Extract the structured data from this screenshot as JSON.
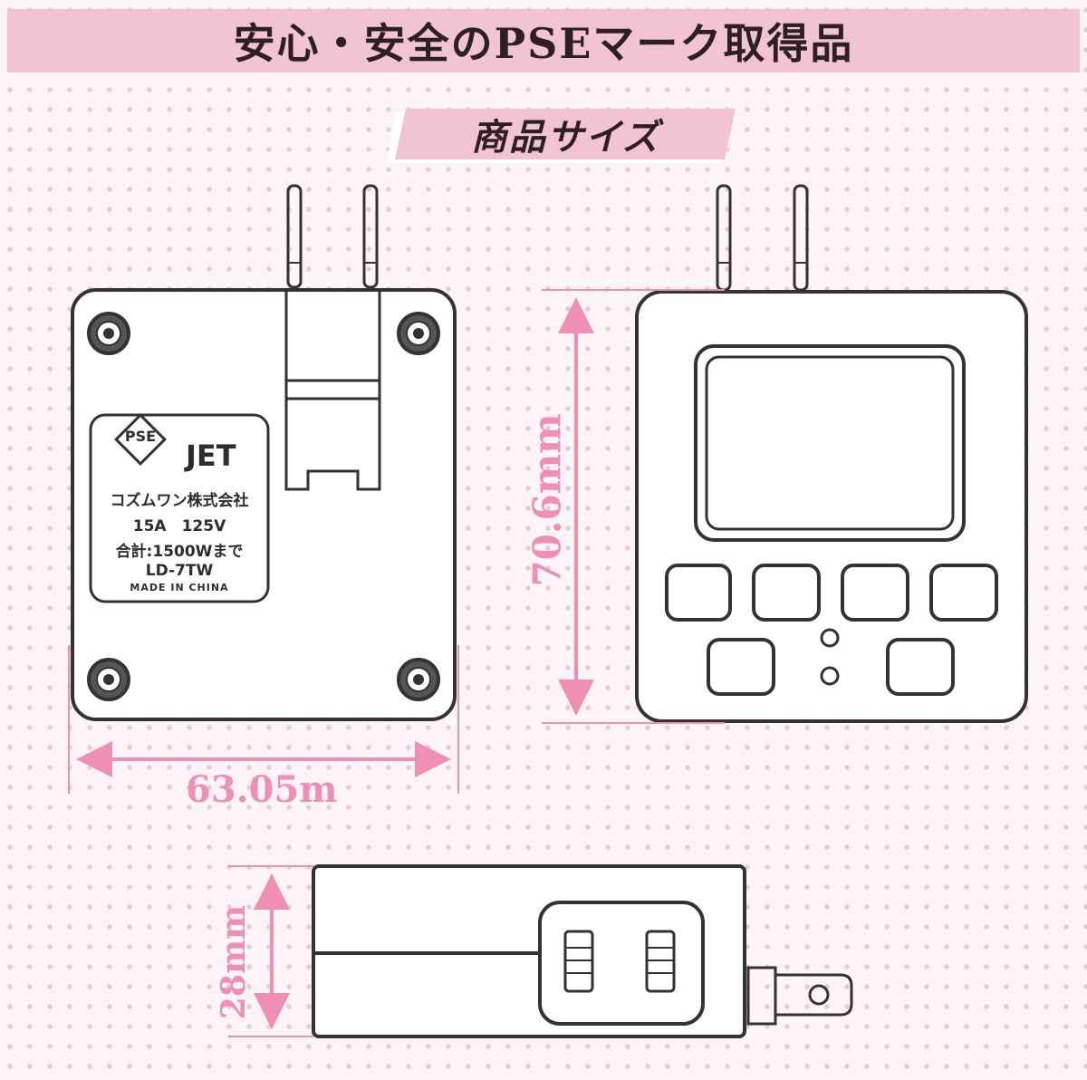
{
  "banner": {
    "title": "安心・安全のPSEマーク取得品"
  },
  "subtitle": "商品サイズ",
  "dimensions": {
    "width": "63.05m",
    "height": "70.6mm",
    "depth": "28mm"
  },
  "back_label": {
    "pse_mark": "PSE",
    "certifier": "JET",
    "company": "コズムワン株式会社",
    "rating": "15A　125V",
    "total": "合計:1500Wまで",
    "model": "LD-7TW",
    "origin": "MADE IN CHINA"
  },
  "colors": {
    "accent_pink": "#ef8fb3",
    "banner_pink": "#f2c4d1",
    "line": "#333333"
  }
}
